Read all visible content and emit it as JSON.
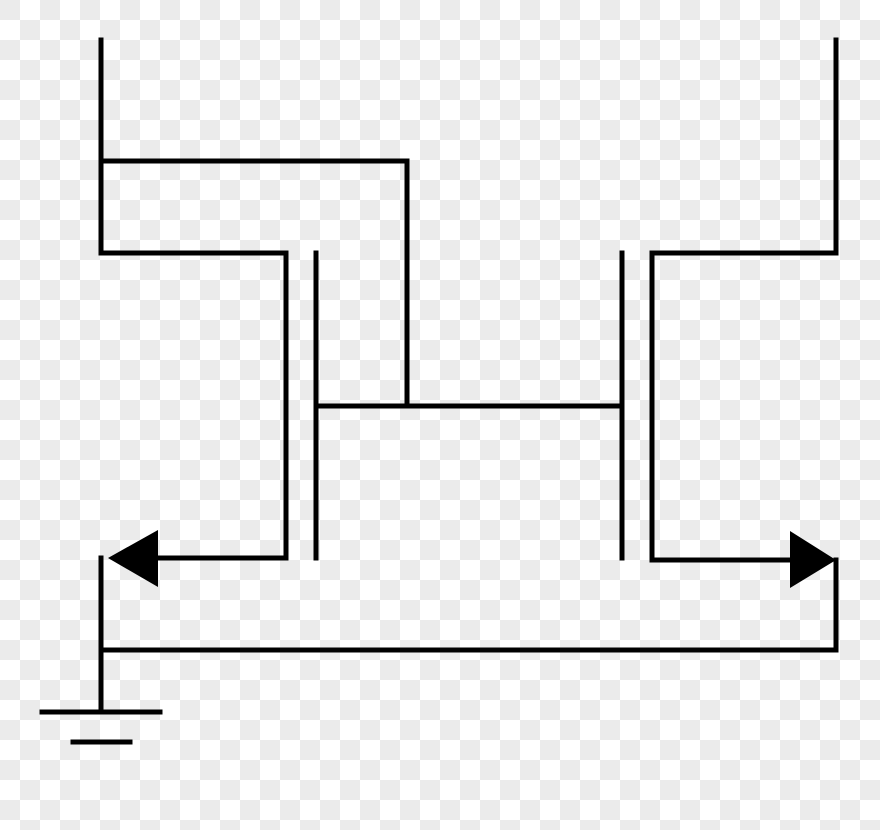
{
  "diagram": {
    "type": "circuit-schematic",
    "components": [
      "mosfet-gate-plates",
      "source-arrow",
      "drain-arrow",
      "ground-symbol"
    ],
    "line_color": "#000000",
    "background": "checkerboard"
  }
}
